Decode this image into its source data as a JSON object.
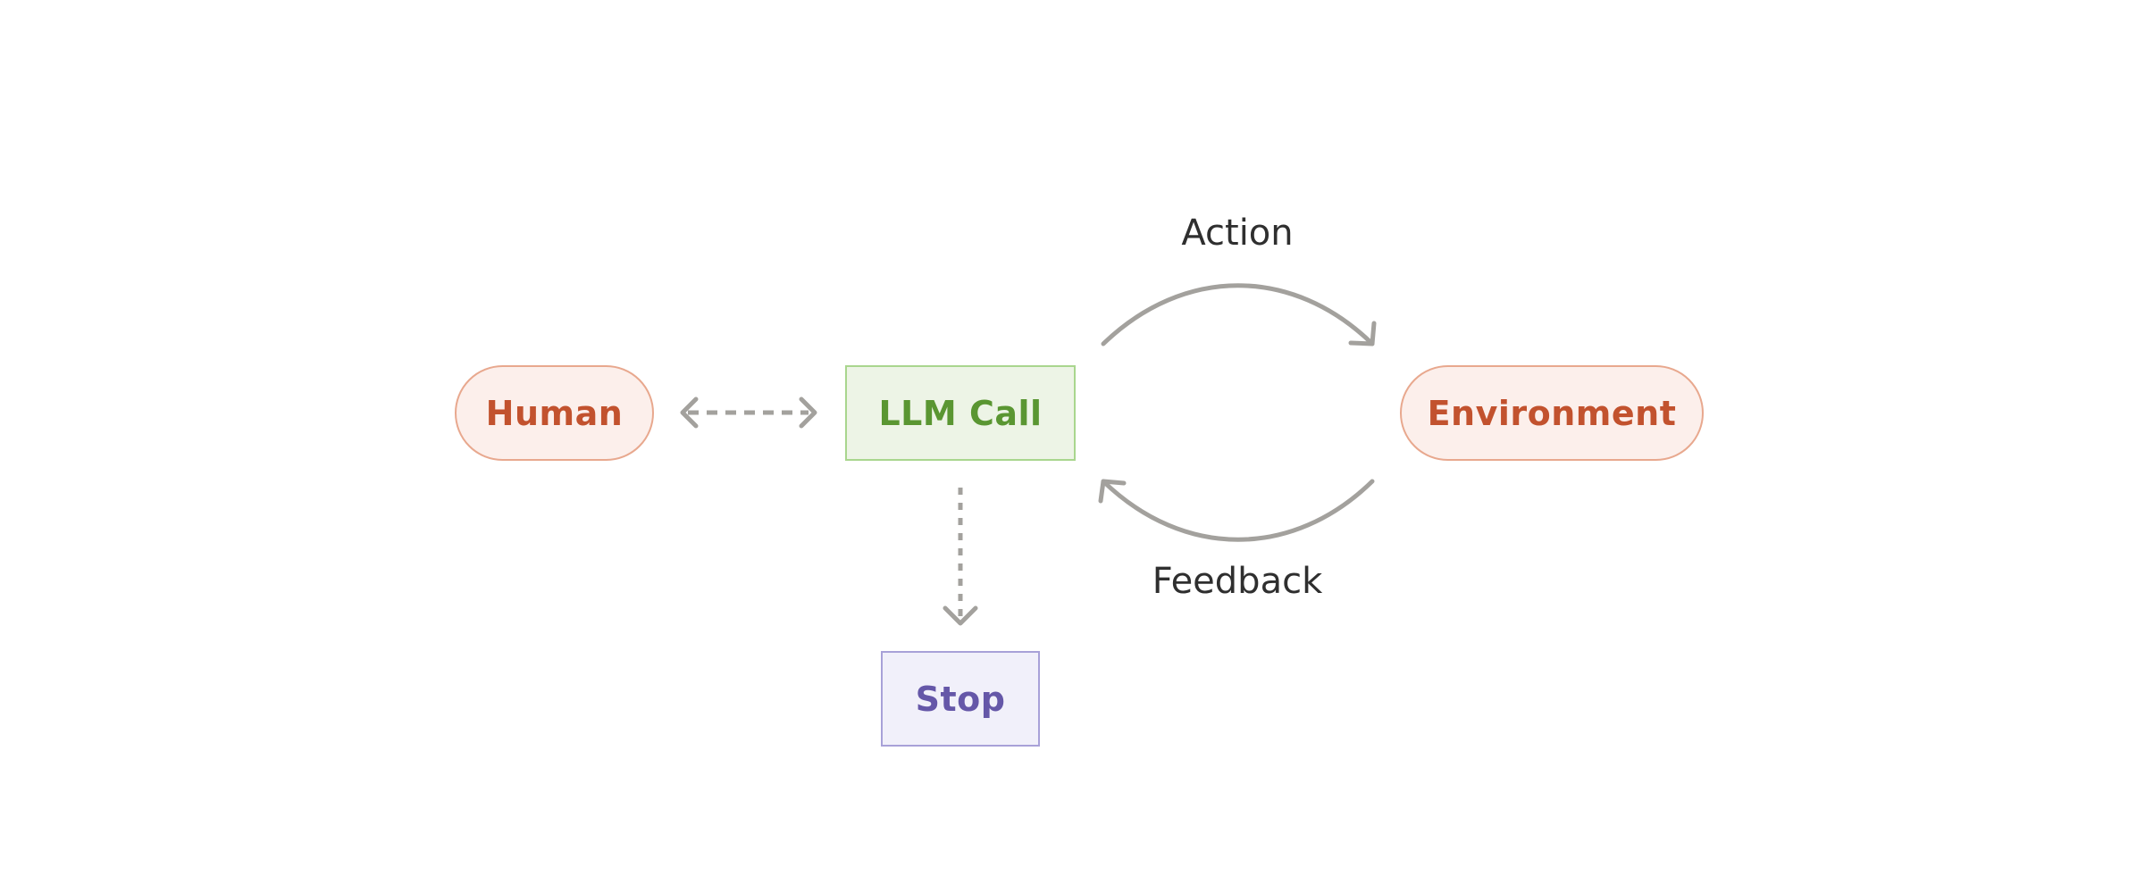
{
  "colors": {
    "human_fill": "#fcefeb",
    "human_border": "#e8a88e",
    "human_text": "#c2522e",
    "llm_fill": "#edf4e6",
    "llm_border": "#a9d68e",
    "llm_text": "#5a9632",
    "stop_fill": "#f1f0fa",
    "stop_border": "#a8a1d8",
    "stop_text": "#6557a8",
    "arrow": "#a3a19d"
  },
  "nodes": {
    "human": "Human",
    "llm": "LLM Call",
    "environment": "Environment",
    "stop": "Stop"
  },
  "edges": {
    "action": "Action",
    "feedback": "Feedback"
  },
  "edge_styles": {
    "human_llm": "dashed-bidirectional",
    "llm_stop": "dotted",
    "llm_env": "solid-curved",
    "env_llm": "solid-curved"
  }
}
